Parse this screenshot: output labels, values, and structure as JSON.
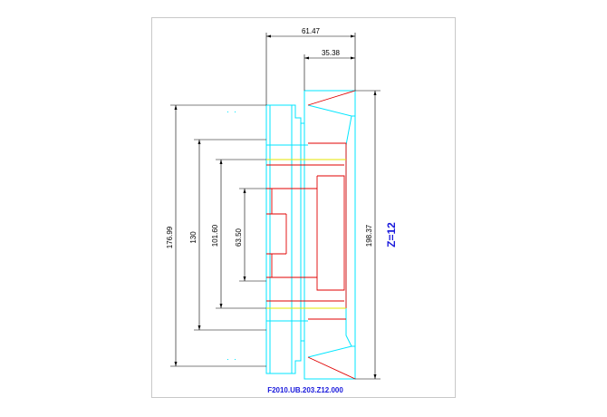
{
  "drawing": {
    "dimensions": {
      "width_total": "61.47",
      "width_inner": "35.38",
      "dia_outer_left": "176.99",
      "dia_130": "130",
      "dia_101": "101.60",
      "dia_63": "63.50",
      "dia_outer_right": "198.37"
    },
    "teeth_label": "Z=12",
    "part_code": "F2010.UB.203.Z12.000"
  },
  "colors": {
    "frame": "#c8c8c8",
    "outline": "#00e6ff",
    "section": "#e00000",
    "centerline": "#e6e600",
    "dimension": "#000000",
    "label": "#1a1adc"
  }
}
